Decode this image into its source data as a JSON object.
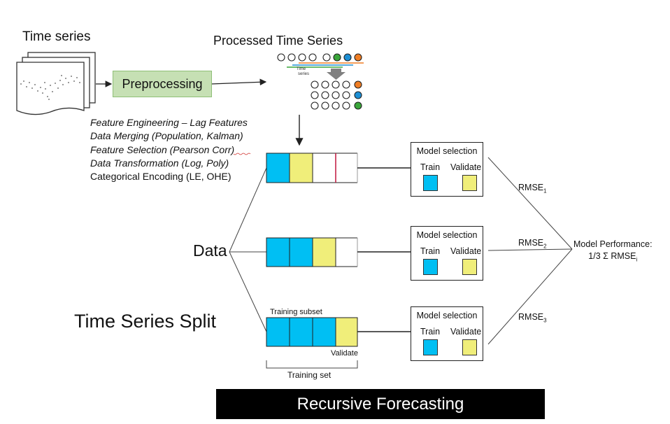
{
  "time_series_title": "Time series",
  "preprocessing_label": "Preprocessing",
  "processed_title": "Processed Time Series",
  "processed_mini_label": [
    "Time",
    "series"
  ],
  "steps": [
    "Feature Engineering – Lag Features",
    "Data Merging (Population, Kalman)",
    "Feature Selection (Pearson Corr)",
    "Data Transformation (Log, Poly)",
    "Categorical Encoding (LE, OHE)"
  ],
  "data_label": "Data",
  "split_title": "Time Series Split",
  "training_subset_label": "Training subset",
  "validate_label": "Validate",
  "training_set_label": "Training set",
  "model_selection": {
    "title": "Model selection",
    "train": "Train",
    "validate": "Validate"
  },
  "rmse_labels": [
    {
      "base": "RMSE",
      "sub": "1"
    },
    {
      "base": "RMSE",
      "sub": "2"
    },
    {
      "base": "RMSE",
      "sub": "3"
    }
  ],
  "performance": {
    "line1": "Model Performance:",
    "line2": "1/3 Σ RMSE",
    "sub": "i"
  },
  "footer": "Recursive Forecasting",
  "colors": {
    "train": "#00bff3",
    "validate": "#f0ee7a",
    "preprocess": "#c6e0b4",
    "green_dot": "#3aa63a",
    "blue_dot": "#1d8fd4",
    "orange_dot": "#ef7d23"
  }
}
